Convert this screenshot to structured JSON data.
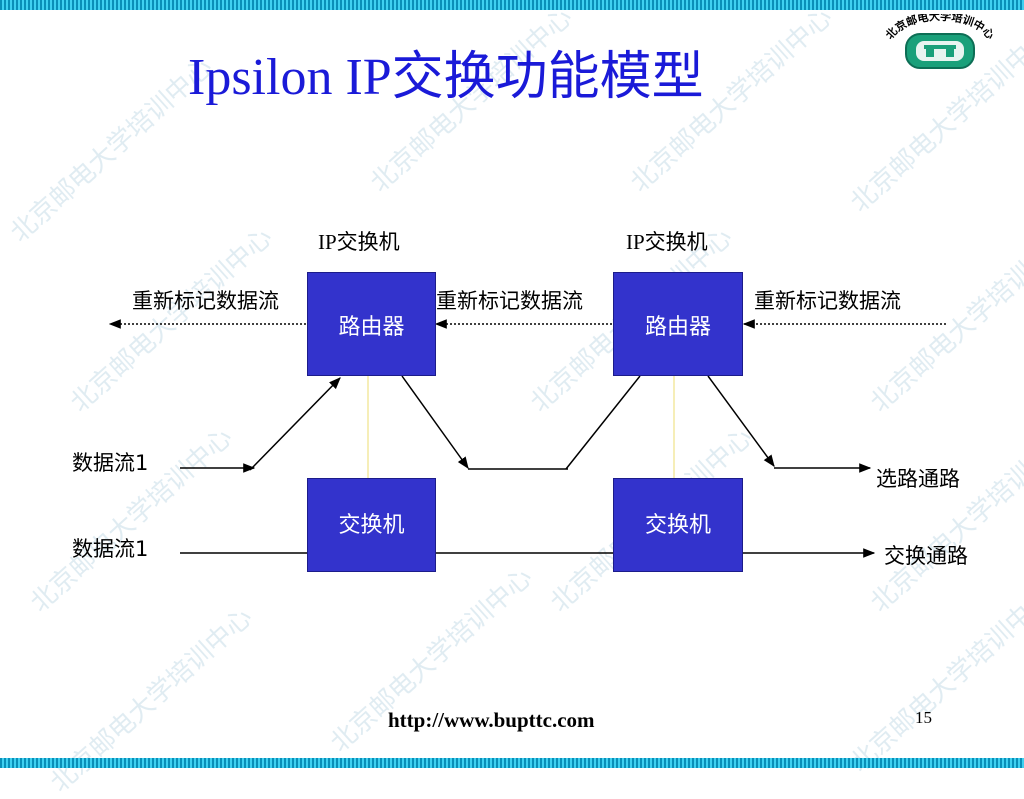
{
  "slide": {
    "title": "Ipsilon IP交换功能模型",
    "logo_text": "北京邮电大学培训中心",
    "watermark_text": "北京邮电大学培训中心",
    "footer_url": "http://www.bupttc.com",
    "page_number": "15"
  },
  "diagram": {
    "switch_labels": [
      "IP交换机",
      "IP交换机"
    ],
    "router_label": "路由器",
    "switch_box_label": "交换机",
    "relabel_labels": [
      "重新标记数据流",
      "重新标记数据流",
      "重新标记数据流"
    ],
    "flow_labels": [
      "数据流1",
      "数据流1"
    ],
    "path_labels": [
      "选路通路",
      "交换通路"
    ]
  },
  "colors": {
    "title": "#1a1ad8",
    "box": "#3333cc",
    "bar": "#0a8fb8"
  }
}
